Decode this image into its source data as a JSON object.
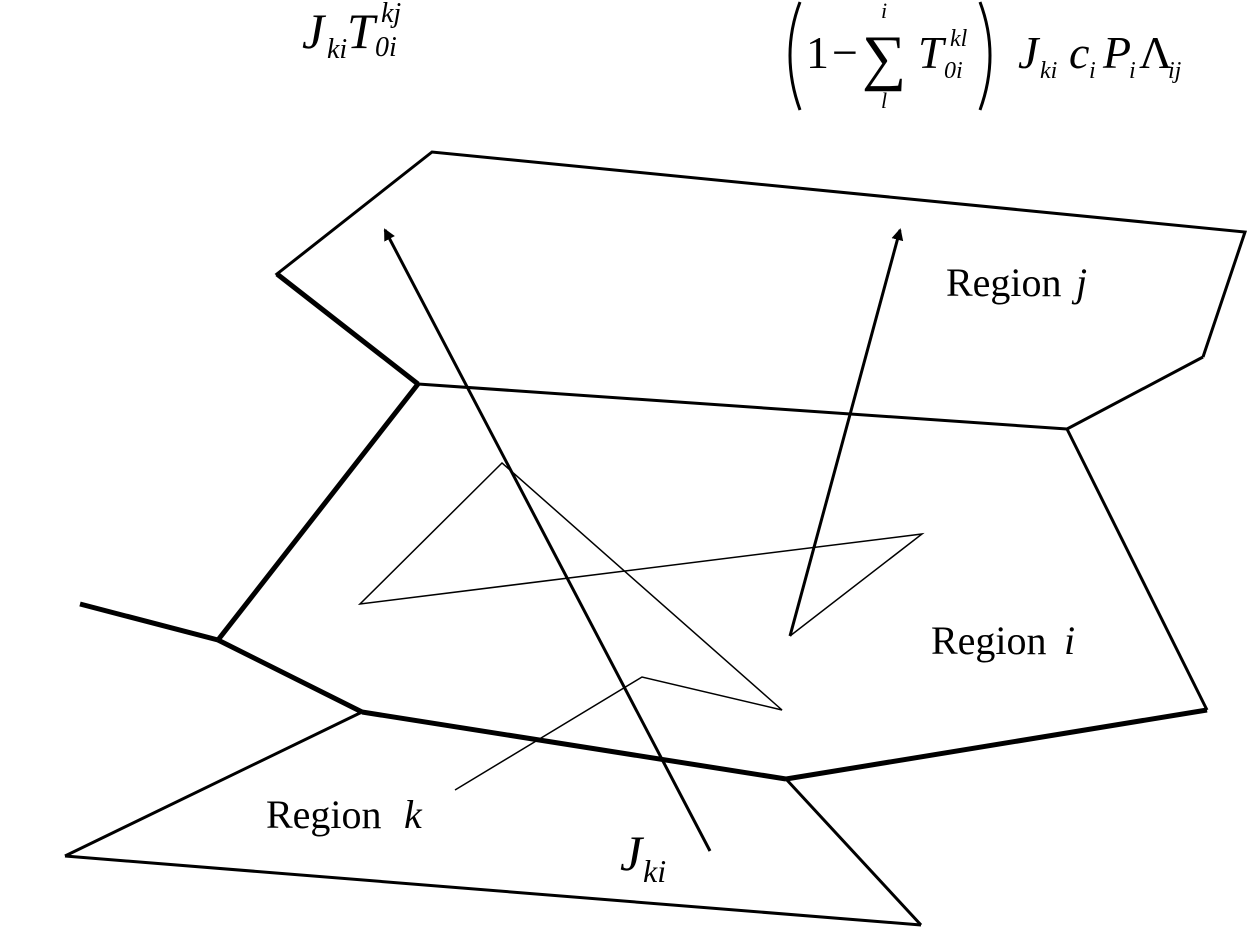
{
  "formula_left": {
    "J": "J",
    "J_sub": "ki",
    "T": "T",
    "T_sub": "0i",
    "T_sup": "kj"
  },
  "formula_right": {
    "one": "1",
    "minus": "−",
    "sigma": "∑",
    "sigma_upper": "i",
    "sigma_lower": "l",
    "T": "T",
    "T_sub": "0i",
    "T_sup": "kl",
    "J": "J",
    "J_sub": "ki",
    "c": "c",
    "c_sub": "i",
    "P": "P",
    "P_sub": "i",
    "Lambda": "Λ",
    "Lambda_sub": "ij"
  },
  "labels": {
    "region_j_word": "Region",
    "region_j_var": "j",
    "region_i_word": "Region",
    "region_i_var": "i",
    "region_k_word": "Region",
    "region_k_var": "k",
    "flux_J": "J",
    "flux_sub": "ki"
  }
}
